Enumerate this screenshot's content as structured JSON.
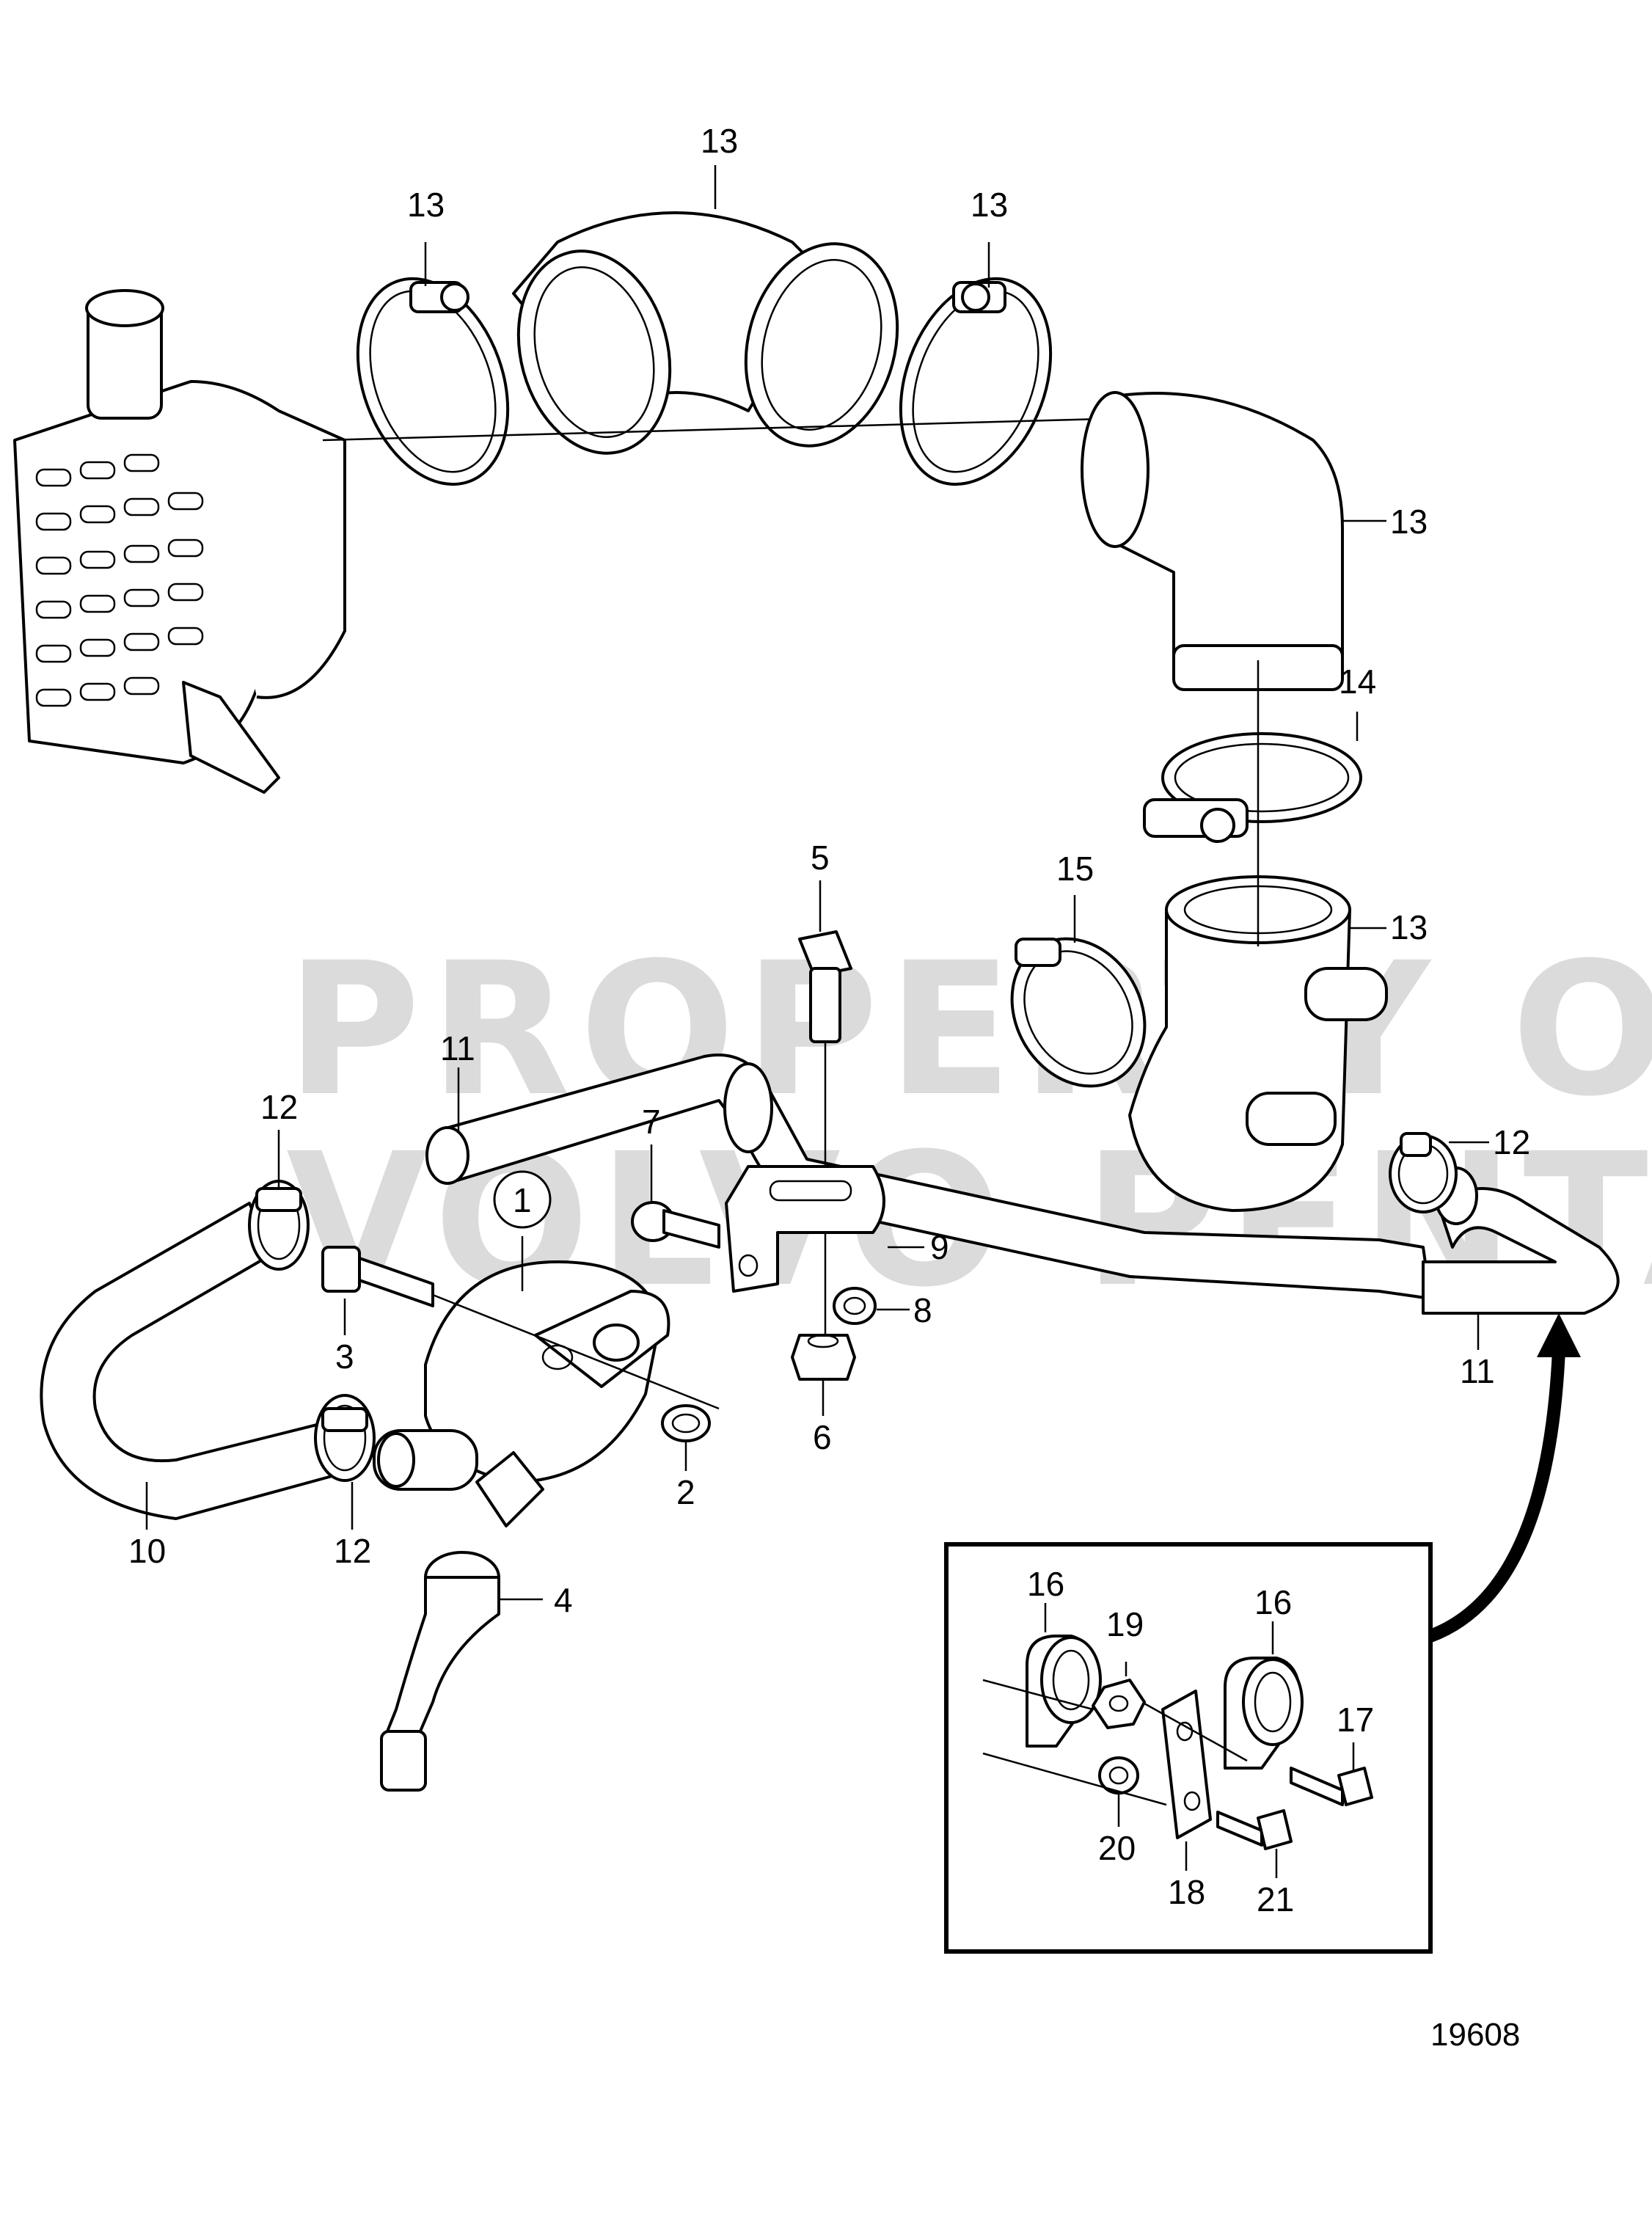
{
  "watermark": {
    "line1": "PROPERTY OF",
    "line2": "VOLVO PENTA"
  },
  "callouts": {
    "c1": "1",
    "c2": "2",
    "c3": "3",
    "c4": "4",
    "c5": "5",
    "c6": "6",
    "c7": "7",
    "c8": "8",
    "c9": "9",
    "c10": "10",
    "c11a": "11",
    "c11b": "11",
    "c12a": "12",
    "c12b": "12",
    "c12c": "12",
    "c13a": "13",
    "c13b": "13",
    "c13c": "13",
    "c13d": "13",
    "c13e": "13",
    "c14": "14",
    "c15": "15",
    "c16a": "16",
    "c16b": "16",
    "c17": "17",
    "c18": "18",
    "c19": "19",
    "c20": "20",
    "c21": "21"
  },
  "document_number": "19608"
}
